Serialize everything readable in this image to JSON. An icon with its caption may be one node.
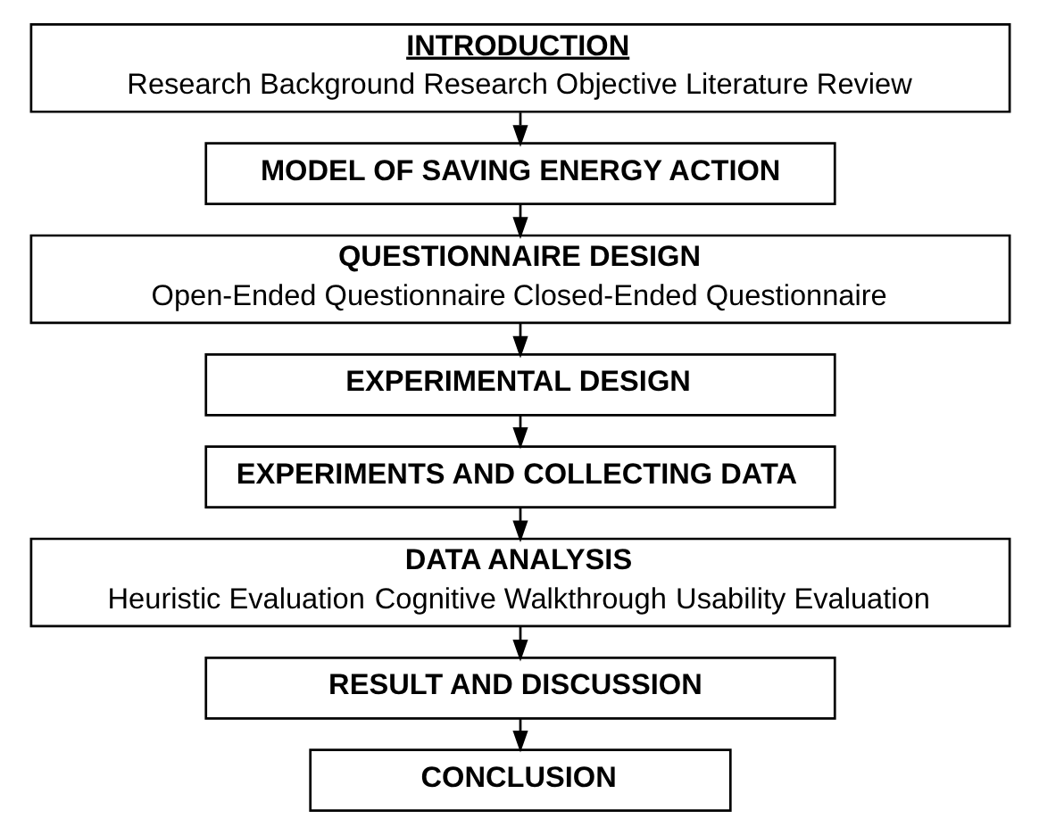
{
  "diagram": {
    "nodes": [
      {
        "text": [
          "INTRODUCTION",
          "Research Background",
          "Research Objective",
          "Literature Review"
        ]
      },
      {
        "text": [
          "MODEL OF SAVING ENERGY ACTION"
        ]
      },
      {
        "text": [
          "QUESTIONNAIRE DESIGN",
          "Open-Ended Questionnaire",
          "Closed-Ended Questionnaire"
        ]
      },
      {
        "text": [
          "EXPERIMENTAL DESIGN"
        ]
      },
      {
        "text": [
          "EXPERIMENTS AND COLLECTING DATA"
        ]
      },
      {
        "text": [
          "DATA ANALYSIS",
          "Heuristic Evaluation",
          "Cognitive Walkthrough",
          "Usability Evaluation"
        ]
      },
      {
        "text": [
          "RESULT AND DISCUSSION"
        ]
      },
      {
        "text": [
          "CONCLUSION"
        ]
      }
    ],
    "edges": [
      {
        "from": 0,
        "to": 1,
        "arrow": "to"
      },
      {
        "from": 1,
        "to": 2,
        "arrow": "to"
      },
      {
        "from": 2,
        "to": 3,
        "arrow": "to"
      },
      {
        "from": 3,
        "to": 4,
        "arrow": "to"
      },
      {
        "from": 4,
        "to": 5,
        "arrow": "to"
      },
      {
        "from": 5,
        "to": 6,
        "arrow": "to"
      },
      {
        "from": 6,
        "to": 7,
        "arrow": "to"
      }
    ]
  }
}
